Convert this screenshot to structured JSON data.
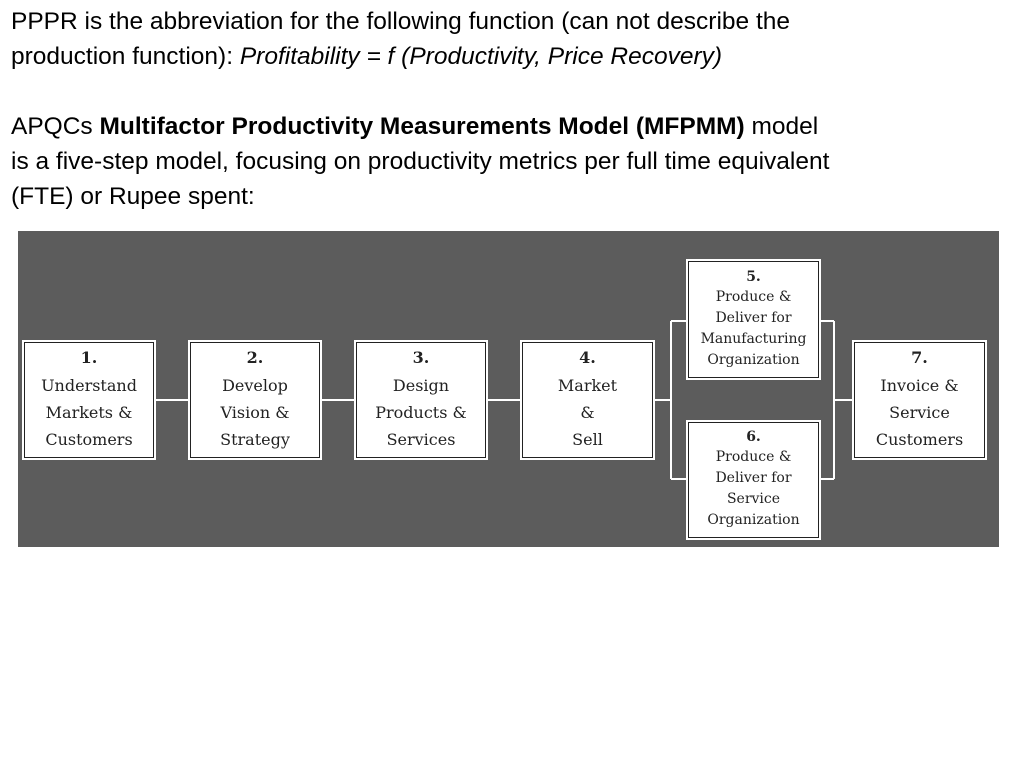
{
  "intro": {
    "line1": "PPPR is the abbreviation for the following function (can not describe the",
    "line2_prefix": "production function): ",
    "line2_formula": "Profitability = f (Productivity, Price Recovery)",
    "para2_prefix": "APQCs ",
    "para2_bold": "Multifactor Productivity Measurements Model (MFPMM)",
    "para2_suffix1": " model",
    "para2_line2": "is a five-step model, focusing on productivity metrics per full time equivalent",
    "para2_line3": "(FTE) or Rupee spent:"
  },
  "diagram": {
    "background_color": "#5c5c5c",
    "steps": [
      {
        "num": "1.",
        "lines": [
          "Understand",
          "Markets &",
          "Customers"
        ]
      },
      {
        "num": "2.",
        "lines": [
          "Develop",
          "Vision &",
          "Strategy"
        ]
      },
      {
        "num": "3.",
        "lines": [
          "Design",
          "Products &",
          "Services"
        ]
      },
      {
        "num": "4.",
        "lines": [
          "Market",
          "&",
          "Sell"
        ]
      },
      {
        "num": "5.",
        "lines": [
          "Produce &",
          "Deliver for",
          "Manufacturing",
          "Organization"
        ]
      },
      {
        "num": "6.",
        "lines": [
          "Produce &",
          "Deliver for",
          "Service",
          "Organization"
        ]
      },
      {
        "num": "7.",
        "lines": [
          "Invoice &",
          "Service",
          "Customers"
        ]
      }
    ]
  }
}
